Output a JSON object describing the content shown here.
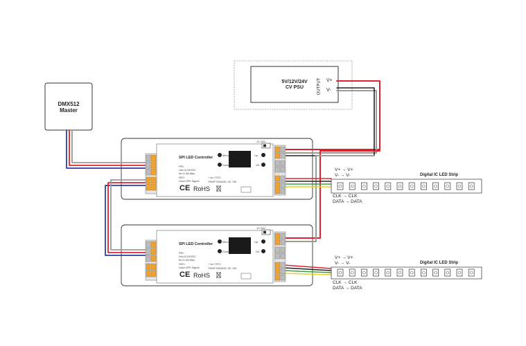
{
  "dmx": {
    "title_line1": "DMX512",
    "title_line2": "Master"
  },
  "psu": {
    "line1": "5V/12V/24V",
    "line2": "CV PSU",
    "output_label": "OUTPUT",
    "vplus": "V+",
    "vminus": "V-"
  },
  "controllers": [
    {
      "title": "SPI LED Controller",
      "pri": "PRI:",
      "pri_v": "Uin=5-24VDC",
      "pri_i": "Iin=0.3A Max",
      "sec": "SEC:",
      "sec_out": "Uout=SPI Signal",
      "ta": "+ ta:+75°C",
      "temp": "TEMP RANGE:-20    +50",
      "ce": "CE",
      "rohs": "RoHS",
      "btn_top": "Menu",
      "btn_bottom": "Down",
      "btn_right_top": "Up",
      "btn_right_bottom": "OK",
      "voltage_tag": "12-24V"
    },
    {
      "title": "SPI LED Controller",
      "pri": "PRI:",
      "pri_v": "Uin=5-24VDC",
      "pri_i": "Iin=0.3A Max",
      "sec": "SEC:",
      "sec_out": "Uout=SPI Signal",
      "ta": "+ ta:+75°C",
      "temp": "TEMP RANGE:-20    +50",
      "ce": "CE",
      "rohs": "RoHS",
      "btn_top": "Menu",
      "btn_bottom": "Down",
      "btn_right_top": "Up",
      "btn_right_bottom": "OK",
      "voltage_tag": "12-24V"
    }
  ],
  "strips": [
    {
      "label": "Digital IC LED Strip",
      "map_v": "V+ → V+",
      "map_g": "V- → V-",
      "map_clk": "CLK → CLK",
      "map_data": "DATA → DATA"
    },
    {
      "label": "Digital IC LED Strip",
      "map_v": "V+ → V+",
      "map_g": "V- → V-",
      "map_clk": "CLK → CLK",
      "map_data": "DATA → DATA"
    }
  ],
  "colors": {
    "red": "#e0202a",
    "black": "#222222",
    "blue": "#2b3f9e",
    "grey": "#9a9a9a",
    "orange": "#f2a22a",
    "green": "#3aa03a",
    "yellow": "#e8d21e",
    "terminal_grey": "#cfcfcf"
  },
  "icons": [
    "dmx-master-box",
    "psu-box",
    "controller-lcd",
    "led-chip"
  ]
}
